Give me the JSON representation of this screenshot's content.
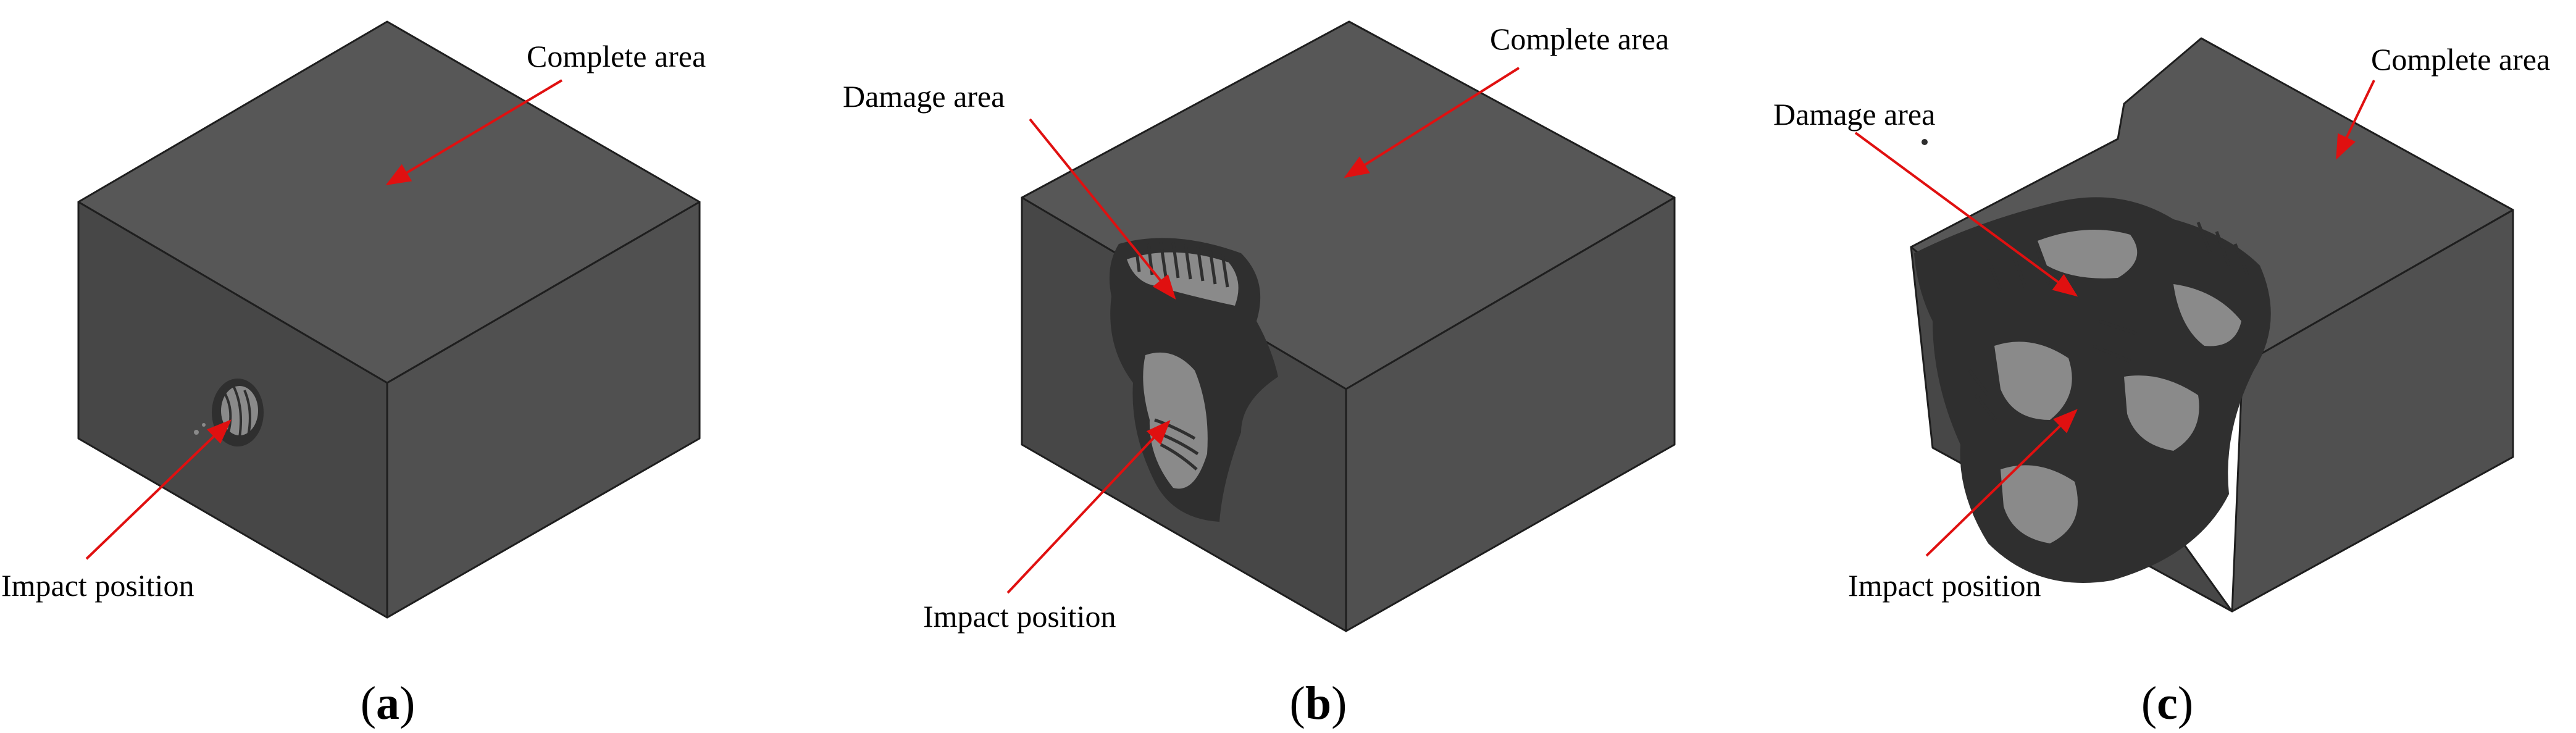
{
  "colors": {
    "top_face": "#575757",
    "front_face": "#474747",
    "side_face": "#505050",
    "edge": "#1e1e1e",
    "arrow": "#e01010",
    "damage_light": "#8a8a8a",
    "damage_dark": "#2f2f2f"
  },
  "panels": [
    {
      "letter": "a",
      "labels": {
        "complete": "Complete area",
        "impact": "Impact position"
      }
    },
    {
      "letter": "b",
      "labels": {
        "complete": "Complete area",
        "damage": "Damage area",
        "impact": "Impact position"
      }
    },
    {
      "letter": "c",
      "labels": {
        "complete": "Complete area",
        "damage": "Damage area",
        "impact": "Impact position"
      }
    }
  ]
}
